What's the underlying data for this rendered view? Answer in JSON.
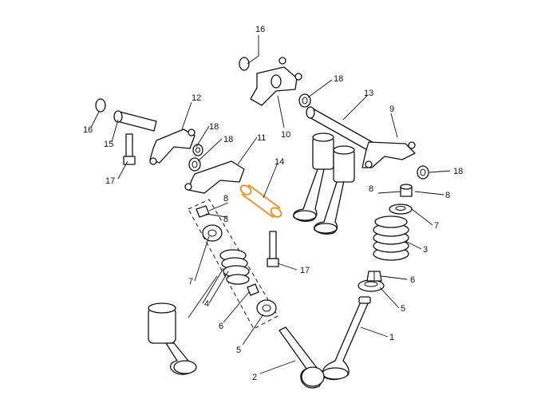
{
  "callouts": {
    "c1": "1",
    "c2": "2",
    "c3": "3",
    "c4": "4",
    "c5a": "5",
    "c5b": "5",
    "c6a": "6",
    "c6b": "6",
    "c7a": "7",
    "c7b": "7",
    "c8a": "8",
    "c8b": "8",
    "c8c": "8",
    "c8d": "8",
    "c9": "9",
    "c10": "10",
    "c11": "11",
    "c12": "12",
    "c13": "13",
    "c14": "14",
    "c15": "15",
    "c16a": "16",
    "c16b": "16",
    "c17a": "17",
    "c17b": "17",
    "c18a": "18",
    "c18b": "18",
    "c18c": "18",
    "c18d": "18"
  },
  "colors": {
    "highlight": "#f08a1c",
    "line": "#111111"
  }
}
